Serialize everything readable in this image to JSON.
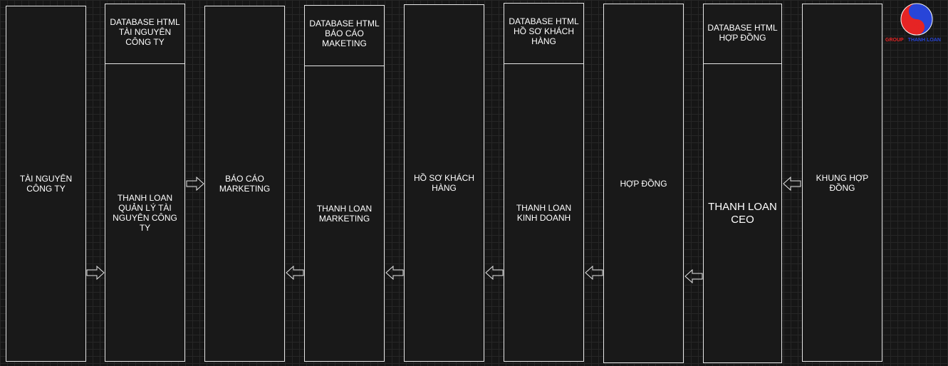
{
  "columns": [
    {
      "body": "TÀI NGUYÊN CÔNG TY"
    },
    {
      "header": "DATABASE HTML TÀI NGUYÊN CÔNG TY",
      "body": "THANH LOAN QUẢN LÝ TÀI NGUYÊN CÔNG TY"
    },
    {
      "body": "BÁO CÁO MARKETING"
    },
    {
      "header": "DATABASE HTML BÁO CÁO MAKETING",
      "body": "THANH LOAN MARKETING"
    },
    {
      "body": "HỒ SƠ KHÁCH HÀNG"
    },
    {
      "header": "DATABASE HTML HỒ SƠ KHÁCH HÀNG",
      "body": "THANH LOAN KINH DOANH"
    },
    {
      "body": "HỢP ĐỒNG"
    },
    {
      "header": "DATABASE HTML HỢP ĐỒNG",
      "body": "THANH LOAN CEO"
    },
    {
      "body": "KHUNG HỢP ĐỒNG"
    }
  ],
  "arrows": [
    {
      "direction": "right"
    },
    {
      "direction": "right"
    },
    {
      "direction": "left"
    },
    {
      "direction": "left"
    },
    {
      "direction": "left"
    },
    {
      "direction": "left"
    },
    {
      "direction": "left"
    },
    {
      "direction": "left"
    }
  ],
  "logo": {
    "icon": "yin-yang-icon",
    "text_group": "GROUP",
    "text_name": "THANH LOAN",
    "colors": {
      "red": "#e62424",
      "blue": "#2845d8"
    }
  }
}
